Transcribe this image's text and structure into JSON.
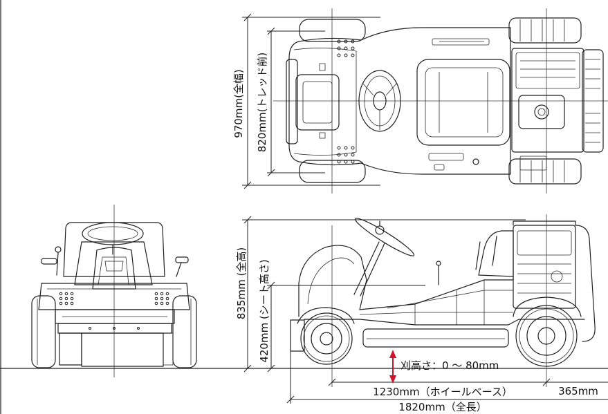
{
  "dimensions": {
    "overall_width": "970mm(全幅)",
    "tread_front": "820mm(トレッド前)",
    "overall_height": "835mm (全高)",
    "seat_height": "420mm (シート高さ)",
    "cutting_height": "刈高さ：0 ～ 80mm",
    "wheelbase": "1230mm（ホイールベース）",
    "rear_overhang": "365mm",
    "overall_length": "1820mm（全長）"
  },
  "colors": {
    "line": "#1f1f1f",
    "cutting_height_arrow": "#d0142c",
    "background": "#ffffff"
  }
}
